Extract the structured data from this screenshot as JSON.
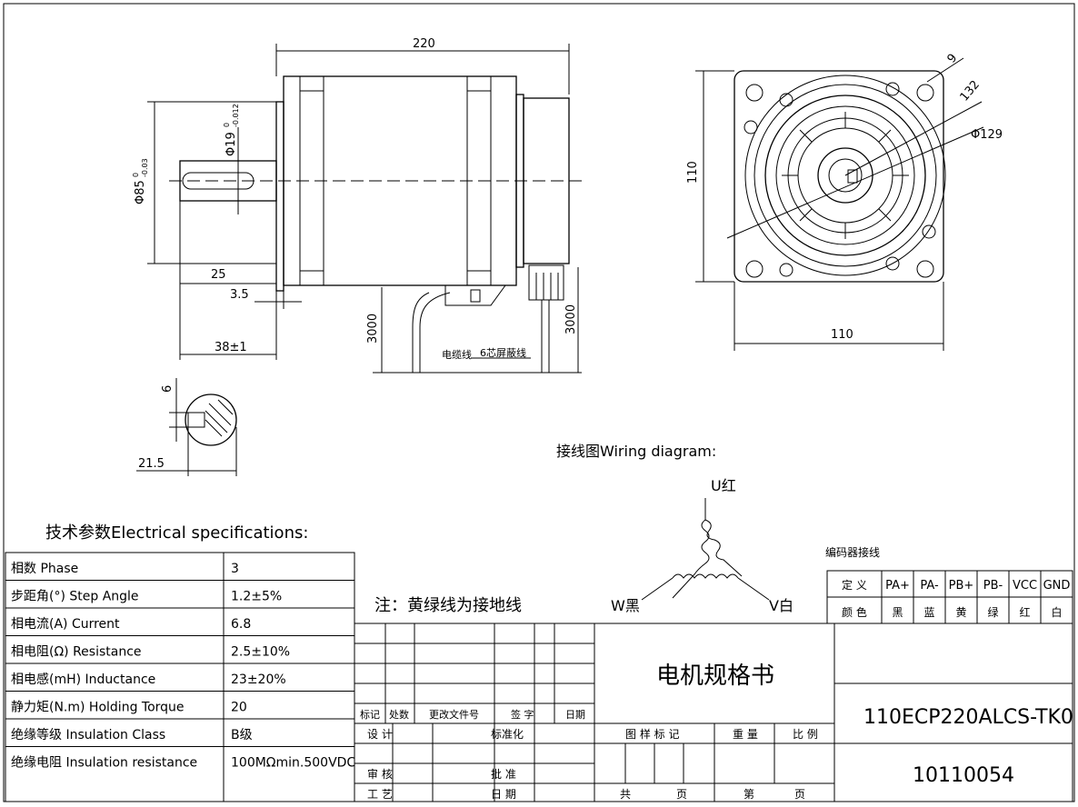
{
  "side_view": {
    "dim_length": "220",
    "dim_body_dia": "Φ85",
    "dim_body_tol_upper": "0",
    "dim_body_tol_lower": "-0.03",
    "dim_shaft_dia": "Φ19",
    "dim_shaft_tol_upper": "0",
    "dim_shaft_tol_lower": "-0.012",
    "dim_shaft_len": "25",
    "dim_flange": "3.5",
    "dim_shaft_total": "38±1",
    "dim_cable_len_1": "3000",
    "dim_cable_len_2": "3000",
    "cable_label": "电缆线",
    "shield_cable_label": "6芯屏蔽线"
  },
  "front_view": {
    "dim_height": "110",
    "dim_width": "110",
    "dim_hole": "9",
    "dim_132": "132",
    "dim_129": "Φ129"
  },
  "key_section": {
    "dim_key_width": "6",
    "dim_key_depth": "21.5"
  },
  "wiring": {
    "title": "接线图Wiring diagram:",
    "u_label": "U红",
    "w_label": "W黑",
    "v_label": "V白"
  },
  "specs": {
    "title": "技术参数Electrical specifications:",
    "rows": [
      {
        "label": "相数 Phase",
        "value": "3"
      },
      {
        "label": "步距角(°)   Step Angle",
        "value": "1.2±5%"
      },
      {
        "label": "相电流(A)   Current",
        "value": "6.8"
      },
      {
        "label": "相电阻(Ω)   Resistance",
        "value": "2.5±10%"
      },
      {
        "label": "相电感(mH)   Inductance",
        "value": "23±20%"
      },
      {
        "label": "静力矩(N.m)   Holding Torque",
        "value": "20"
      },
      {
        "label": "绝缘等级   Insulation Class",
        "value": "B级"
      },
      {
        "label": "绝缘电阻   Insulation resistance",
        "value": "100MΩmin.500VDC"
      }
    ]
  },
  "note": "注：黄绿线为接地线",
  "encoder": {
    "title": "编码器接线",
    "row1_label": "定 义",
    "row2_label": "颜 色",
    "defs": [
      "PA+",
      "PA-",
      "PB+",
      "PB-",
      "VCC",
      "GND"
    ],
    "colors": [
      "黑",
      "蓝",
      "黄",
      "绿",
      "红",
      "白"
    ]
  },
  "title_block": {
    "doc_title": "电机规格书",
    "model": "110ECP220ALCS-TK0",
    "code": "10110054",
    "rev_headers": [
      "标记",
      "处数",
      "更改文件号",
      "签 字",
      "日期"
    ],
    "design": "设 计",
    "standard": "标准化",
    "review": "审 核",
    "approve": "批 准",
    "process": "工 艺",
    "date": "日 期",
    "drawing_mark": "图 样 标 记",
    "weight": "重 量",
    "scale": "比 例",
    "total": "共",
    "page": "页",
    "sheet": "第",
    "page2": "页"
  }
}
